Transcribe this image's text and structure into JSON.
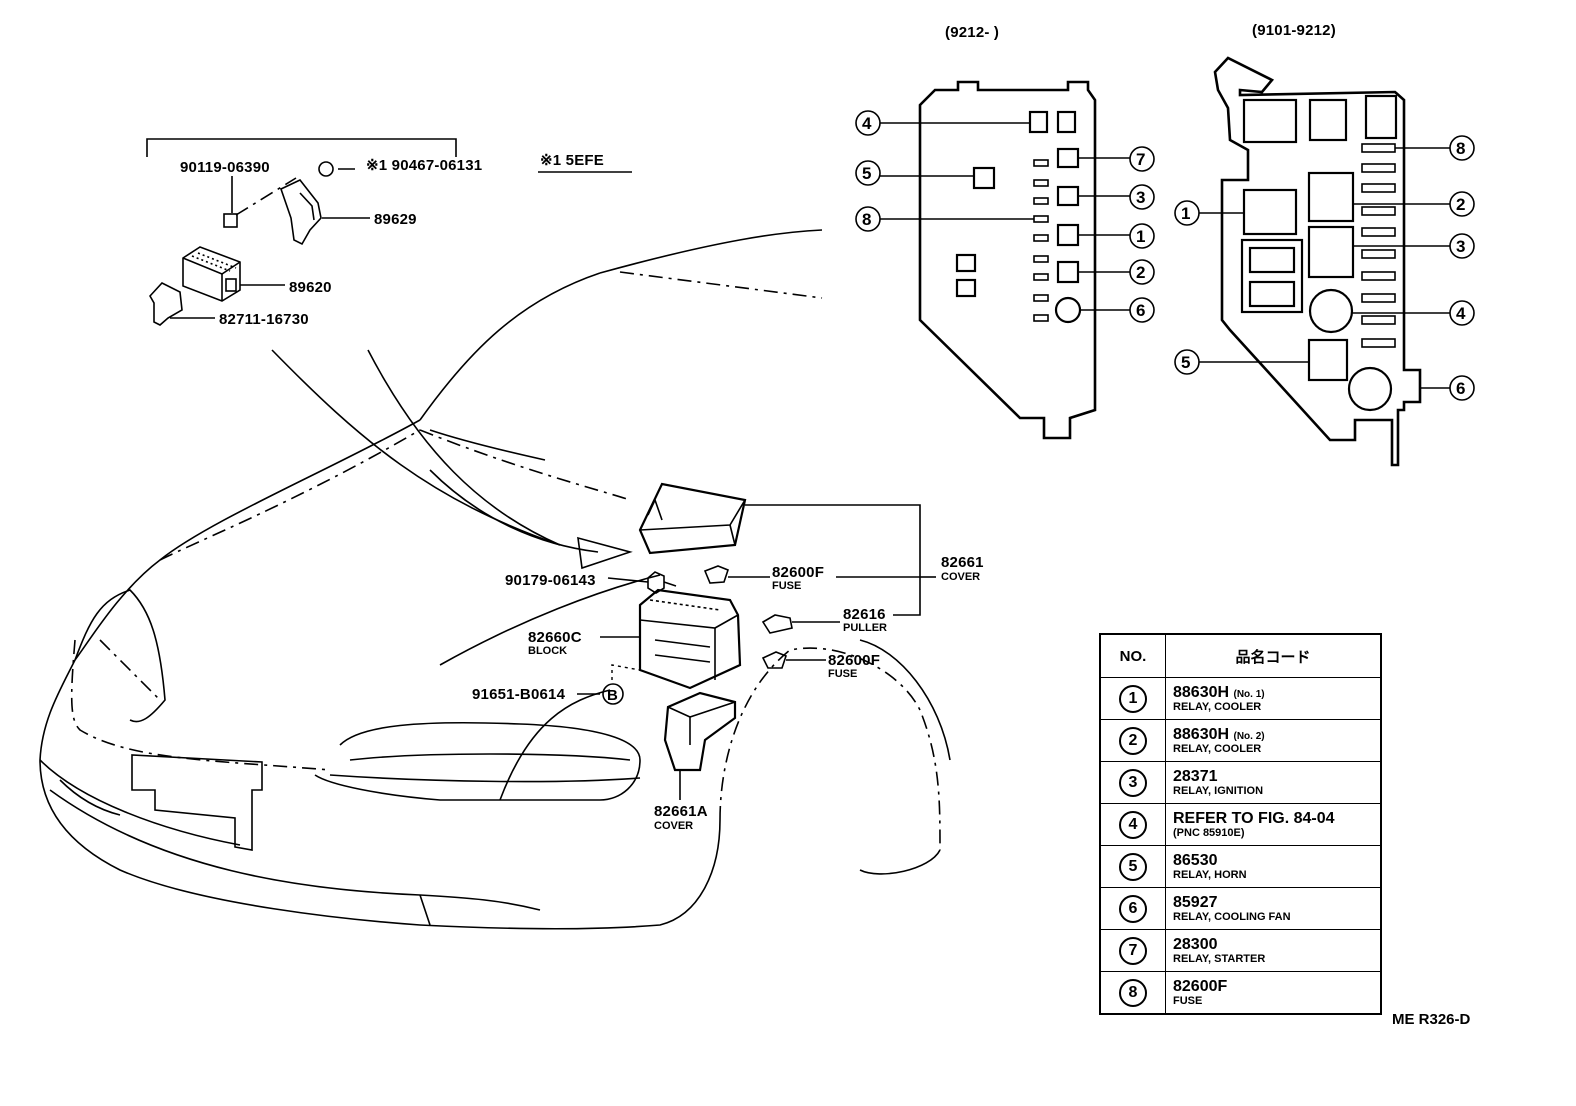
{
  "headers": {
    "left_block": "(9212-        )",
    "right_block": "(9101-9212)"
  },
  "note": {
    "marker": "※1 5EFE"
  },
  "parts": {
    "p90119": "90119-06390",
    "p90467": "※1 90467-06131",
    "p89629": "89629",
    "p89620": "89620",
    "p82711": "82711-16730",
    "p90179": "90179-06143",
    "p82600F_a": "82600F",
    "p82600F_a_sub": "FUSE",
    "p82661": "82661",
    "p82661_sub": "COVER",
    "p82616": "82616",
    "p82616_sub": "PULLER",
    "p82660C": "82660C",
    "p82660C_sub": "BLOCK",
    "p82600F_b": "82600F",
    "p82600F_b_sub": "FUSE",
    "p91651": "91651-B0614",
    "p91651_marker": "B",
    "p82661A": "82661A",
    "p82661A_sub": "COVER"
  },
  "left_block_callouts": [
    "4",
    "5",
    "8",
    "7",
    "3",
    "1",
    "2",
    "6"
  ],
  "right_block_callouts": [
    "8",
    "1",
    "2",
    "3",
    "4",
    "5",
    "6"
  ],
  "legend": {
    "col_no": "NO.",
    "col_code": "品名コード",
    "rows": [
      {
        "no": "1",
        "code": "88630H",
        "note": "(No. 1)",
        "name": "RELAY, COOLER"
      },
      {
        "no": "2",
        "code": "88630H",
        "note": "(No. 2)",
        "name": "RELAY, COOLER"
      },
      {
        "no": "3",
        "code": "28371",
        "note": "",
        "name": "RELAY, IGNITION"
      },
      {
        "no": "4",
        "code": "REFER TO FIG. 84-04",
        "note": "",
        "name": "(PNC 85910E)"
      },
      {
        "no": "5",
        "code": "86530",
        "note": "",
        "name": "RELAY, HORN"
      },
      {
        "no": "6",
        "code": "85927",
        "note": "",
        "name": "RELAY, COOLING FAN"
      },
      {
        "no": "7",
        "code": "28300",
        "note": "",
        "name": "RELAY, STARTER"
      },
      {
        "no": "8",
        "code": "82600F",
        "note": "",
        "name": "FUSE"
      }
    ]
  },
  "reference": "ME R326-D"
}
